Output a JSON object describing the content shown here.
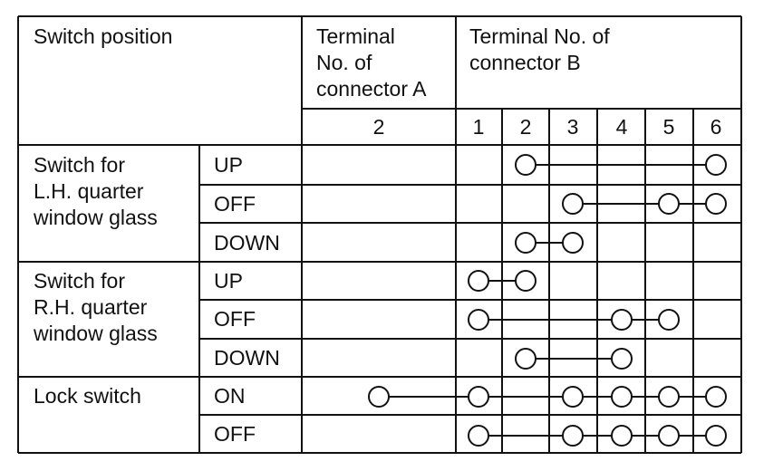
{
  "table": {
    "header": {
      "switch_position": "Switch position",
      "connector_a": [
        "Terminal",
        "No. of",
        "connector A"
      ],
      "connector_b": [
        "Terminal No. of",
        "connector B"
      ]
    },
    "terminals_a": [
      "2"
    ],
    "terminals_b": [
      "1",
      "2",
      "3",
      "4",
      "5",
      "6"
    ],
    "groups": [
      {
        "label": [
          "Switch for",
          "L.H. quarter",
          "window glass"
        ],
        "rows": [
          {
            "position": "UP",
            "connections": [
              [
                "B2",
                "B6"
              ]
            ]
          },
          {
            "position": "OFF",
            "connections": [
              [
                "B3",
                "B5",
                "B6"
              ]
            ]
          },
          {
            "position": "DOWN",
            "connections": [
              [
                "B2",
                "B3"
              ]
            ]
          }
        ]
      },
      {
        "label": [
          "Switch for",
          "R.H. quarter",
          "window glass"
        ],
        "rows": [
          {
            "position": "UP",
            "connections": [
              [
                "B1",
                "B2"
              ]
            ]
          },
          {
            "position": "OFF",
            "connections": [
              [
                "B1",
                "B4",
                "B5"
              ]
            ]
          },
          {
            "position": "DOWN",
            "connections": [
              [
                "B2",
                "B4"
              ]
            ]
          }
        ]
      },
      {
        "label": [
          "Lock switch"
        ],
        "rows": [
          {
            "position": "ON",
            "connections": [
              [
                "A2",
                "B1",
                "B3",
                "B4",
                "B5",
                "B6"
              ]
            ]
          },
          {
            "position": "OFF",
            "connections": [
              [
                "B1",
                "B3",
                "B4",
                "B5",
                "B6"
              ]
            ]
          }
        ]
      }
    ]
  }
}
